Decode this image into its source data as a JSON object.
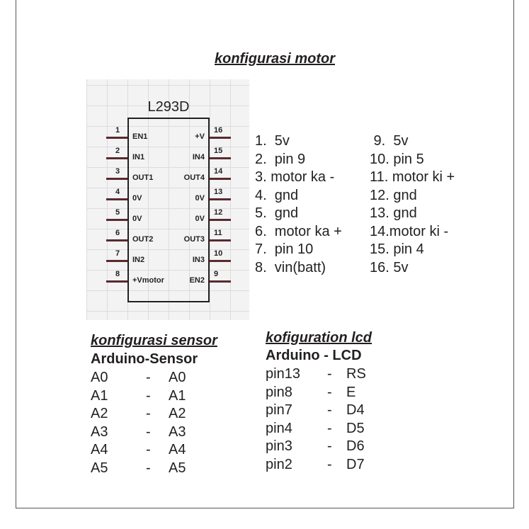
{
  "motor": {
    "title": "konfigurasi motor",
    "chip_name": "L293D",
    "left_pins": [
      {
        "num": "1",
        "label": "EN1"
      },
      {
        "num": "2",
        "label": "IN1"
      },
      {
        "num": "3",
        "label": "OUT1"
      },
      {
        "num": "4",
        "label": "0V"
      },
      {
        "num": "5",
        "label": "0V"
      },
      {
        "num": "6",
        "label": "OUT2"
      },
      {
        "num": "7",
        "label": "IN2"
      },
      {
        "num": "8",
        "label": "+Vmotor"
      }
    ],
    "right_pins": [
      {
        "num": "16",
        "label": "+V"
      },
      {
        "num": "15",
        "label": "IN4"
      },
      {
        "num": "14",
        "label": "OUT4"
      },
      {
        "num": "13",
        "label": "0V"
      },
      {
        "num": "12",
        "label": "0V"
      },
      {
        "num": "11",
        "label": "OUT3"
      },
      {
        "num": "10",
        "label": "IN3"
      },
      {
        "num": "9",
        "label": "EN2"
      }
    ],
    "list_left": [
      "1.  5v",
      "2.  pin 9",
      "3. motor ka -",
      "4.  gnd",
      "5.  gnd",
      "6.  motor ka +",
      "7.  pin 10",
      "8.  vin(batt)"
    ],
    "list_right": [
      " 9.  5v",
      "10. pin 5",
      "11. motor ki +",
      "12. gnd",
      "13. gnd",
      "14.motor ki -",
      "15. pin 4",
      "16. 5v"
    ]
  },
  "sensor": {
    "title": "konfigurasi sensor",
    "header": "Arduino-Sensor",
    "rows": [
      [
        "A0",
        "-",
        "A0"
      ],
      [
        "A1",
        "-",
        "A1"
      ],
      [
        "A2",
        "-",
        "A2"
      ],
      [
        "A3",
        "-",
        "A3"
      ],
      [
        "A4",
        "-",
        "A4"
      ],
      [
        "A5",
        "-",
        "A5"
      ]
    ]
  },
  "lcd": {
    "title": "kofiguration lcd",
    "header": "Arduino  -  LCD",
    "rows": [
      [
        "pin13",
        "-",
        "RS"
      ],
      [
        "pin8",
        "-",
        "E"
      ],
      [
        "pin7",
        "-",
        "D4"
      ],
      [
        "pin4",
        "-",
        "D5"
      ],
      [
        "pin3",
        "-",
        "D6"
      ],
      [
        "pin2",
        "-",
        "D7"
      ]
    ]
  }
}
